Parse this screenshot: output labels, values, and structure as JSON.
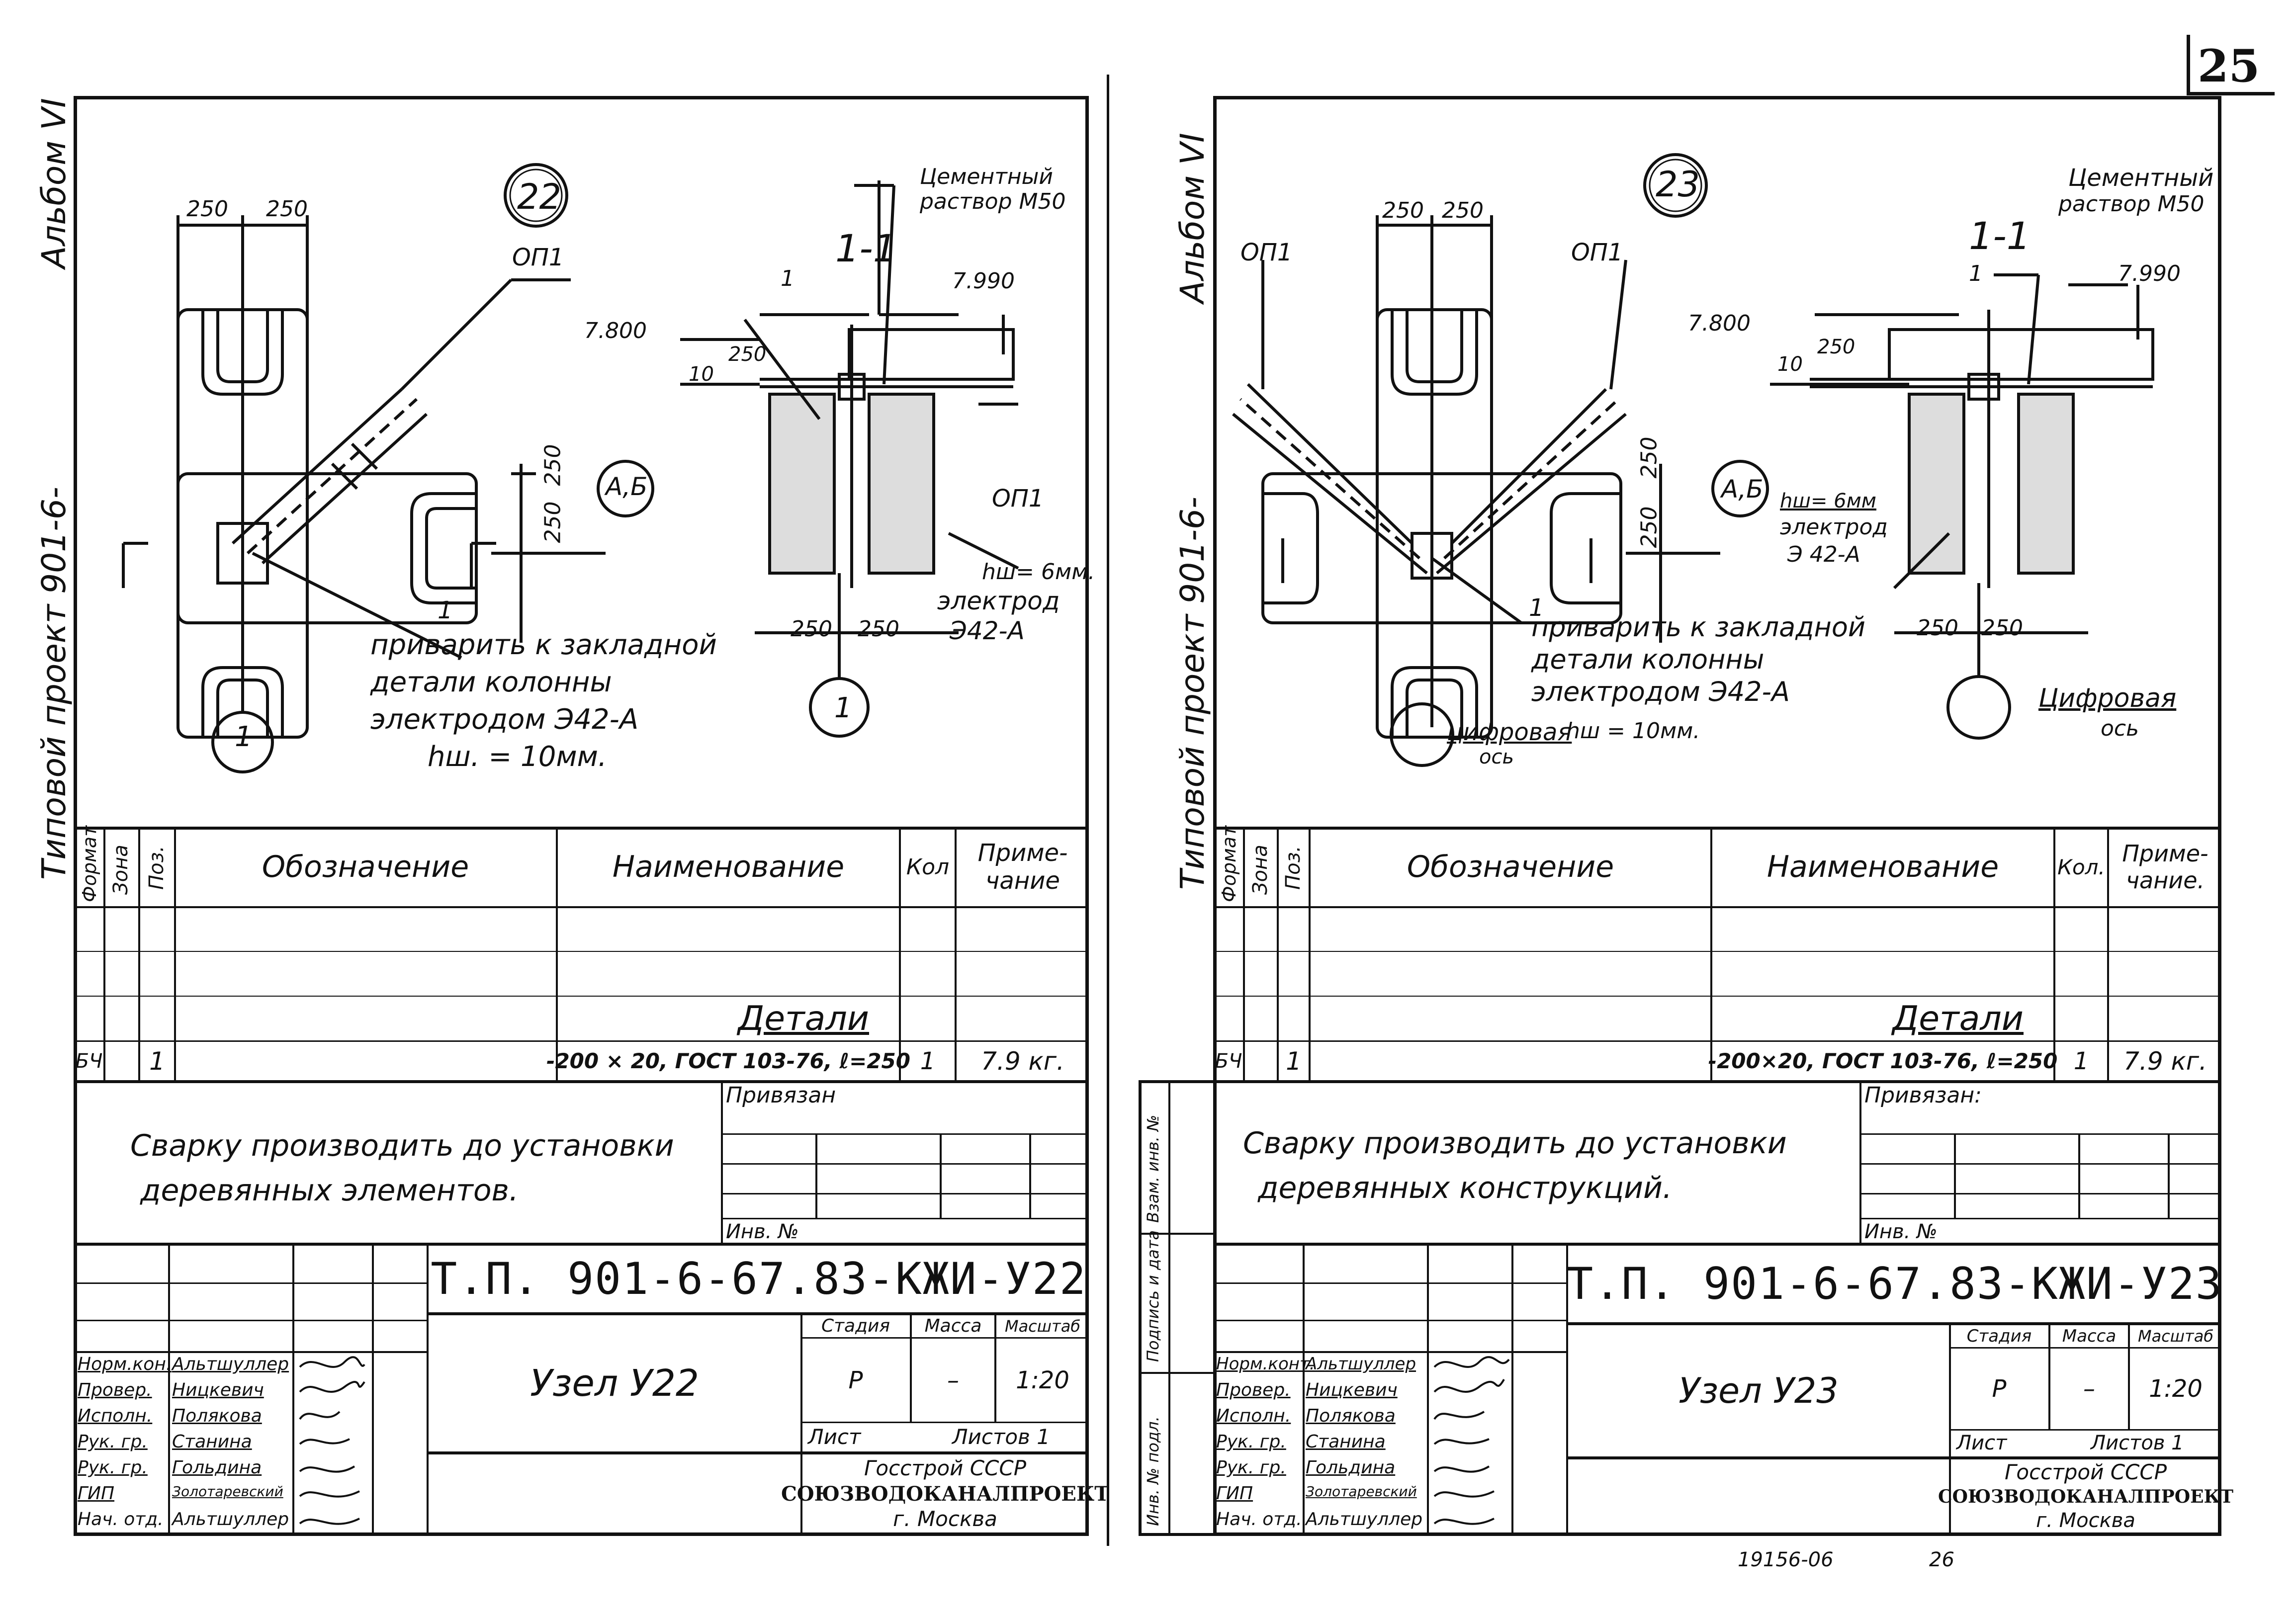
{
  "page_number": "25",
  "bottom_codes": {
    "code": "19156-06",
    "num": "26"
  },
  "sheets": [
    {
      "side_label": "Альбом VI",
      "side_project": "Типовой проект 901-6-",
      "node_number": "22",
      "section": "1-1",
      "labels": {
        "dim_a": "250",
        "dim_b": "250",
        "opl": "ОП1",
        "dim_250_v1": "250",
        "dim_250_v2": "250",
        "axis": "А,Б",
        "pos1": "1",
        "weld_note_1": "приварить к закладной",
        "weld_note_2": "детали колонны",
        "weld_note_3": "электродом Э42-А",
        "weld_note_4": "hш. = 10мм.",
        "axis_1": "1",
        "cement_1": "Цементный",
        "cement_2": "раствор М50",
        "level_top": "7.990",
        "level_left": "7.800",
        "dim_10": "10",
        "dim_250_sec": "250",
        "sec_pos1": "1",
        "sec_opl": "ОП1",
        "hw": "hш= 6мм.",
        "electrode_1": "электрод",
        "electrode_2": "Э42-А",
        "sec_dim_a": "250",
        "sec_dim_b": "250",
        "sec_axis": "1"
      },
      "spec": {
        "headers": [
          "Формат",
          "Зона",
          "Поз.",
          "Обозначение",
          "Наименование",
          "Кол",
          "Приме-чание"
        ],
        "section_title": "Детали",
        "row": {
          "format": "БЧ",
          "zone": "",
          "pos": "1",
          "designation": "",
          "name": "-200 × 20, ГОСТ 103-76, ℓ=250",
          "qty": "1",
          "note": "7.9 кг."
        }
      },
      "note_1": "Сварку производить до установки",
      "note_2": "деревянных элементов.",
      "privyazan": "Привязан",
      "inv_no": "Инв. №",
      "code": "Т.П. 901-6-67.83-КЖИ-У22",
      "title": "Узел У22",
      "stamp": {
        "stage_label": "Стадия",
        "mass_label": "Масса",
        "scale_label": "Масштаб",
        "stage": "Р",
        "mass": "–",
        "scale": "1:20",
        "sheet_label": "Лист",
        "sheets_label": "Листов 1"
      },
      "org_1": "Госстрой СССР",
      "org_2": "СОЮЗВОДОКАНАЛПРОЕКТ",
      "org_3": "г. Москва",
      "signers": [
        {
          "role": "Норм.кон.",
          "name": "Альтшуллер"
        },
        {
          "role": "Провер.",
          "name": "Ницкевич"
        },
        {
          "role": "Исполн.",
          "name": "Полякова"
        },
        {
          "role": "Рук. гр.",
          "name": "Станина"
        },
        {
          "role": "Рук. гр.",
          "name": "Гольдина"
        },
        {
          "role": "ГИП",
          "name": "Золотаревский"
        },
        {
          "role": "Нач. отд.",
          "name": "Альтшуллер"
        }
      ]
    },
    {
      "side_label": "Альбом VI",
      "side_project": "Типовой проект 901-6-",
      "node_number": "23",
      "section": "1-1",
      "labels": {
        "dim_a": "250",
        "dim_b": "250",
        "opl_left": "ОП1",
        "opl_right": "ОП1",
        "dim_250_v1": "250",
        "dim_250_v2": "250",
        "axis": "А,Б",
        "pos1": "1",
        "weld_note_1": "приварить к закладной",
        "weld_note_2": "детали колонны",
        "weld_note_3": "электродом Э42-А",
        "digital_axis": "цифровая",
        "axis_word": "ось",
        "hw_note": "hш = 10мм.",
        "cement_1": "Цементный",
        "cement_2": "раствор М50",
        "level_top": "7.990",
        "level_left": "7.800",
        "dim_10": "10",
        "dim_250_sec": "250",
        "sec_pos1": "1",
        "hw": "hш= 6мм",
        "electrode_1": "электрод",
        "electrode_2": "Э 42-А",
        "sec_dim_a": "250",
        "sec_dim_b": "250",
        "sec_digital": "Цифровая",
        "sec_axis_word": "ось"
      },
      "spec": {
        "headers": [
          "Формат",
          "Зона",
          "Поз.",
          "Обозначение",
          "Наименование",
          "Кол.",
          "Приме-чание."
        ],
        "section_title": "Детали",
        "row": {
          "format": "БЧ",
          "zone": "",
          "pos": "1",
          "designation": "",
          "name": "-200×20, ГОСТ 103-76, ℓ=250",
          "qty": "1",
          "note": "7.9 кг."
        }
      },
      "note_1": "Сварку производить до установки",
      "note_2": "деревянных конструкций.",
      "privyazan": "Привязан:",
      "inv_no": "Инв. №",
      "side_stamps": [
        "Взам. инв. №",
        "Подпись и дата",
        "Инв. № подл."
      ],
      "code": "Т.П. 901-6-67.83-КЖИ-У23",
      "title": "Узел У23",
      "stamp": {
        "stage_label": "Стадия",
        "mass_label": "Масса",
        "scale_label": "Масштаб",
        "stage": "Р",
        "mass": "–",
        "scale": "1:20",
        "sheet_label": "Лист",
        "sheets_label": "Листов 1"
      },
      "org_1": "Госстрой СССР",
      "org_2": "СОЮЗВОДОКАНАЛПРОЕКТ",
      "org_3": "г. Москва",
      "signers": [
        {
          "role": "Норм.конт.",
          "name": "Альтшуллер"
        },
        {
          "role": "Провер.",
          "name": "Ницкевич"
        },
        {
          "role": "Исполн.",
          "name": "Полякова"
        },
        {
          "role": "Рук. гр.",
          "name": "Станина"
        },
        {
          "role": "Рук. гр.",
          "name": "Гольдина"
        },
        {
          "role": "ГИП",
          "name": "Золотаревский"
        },
        {
          "role": "Нач. отд.",
          "name": "Альтшуллер"
        }
      ]
    }
  ]
}
